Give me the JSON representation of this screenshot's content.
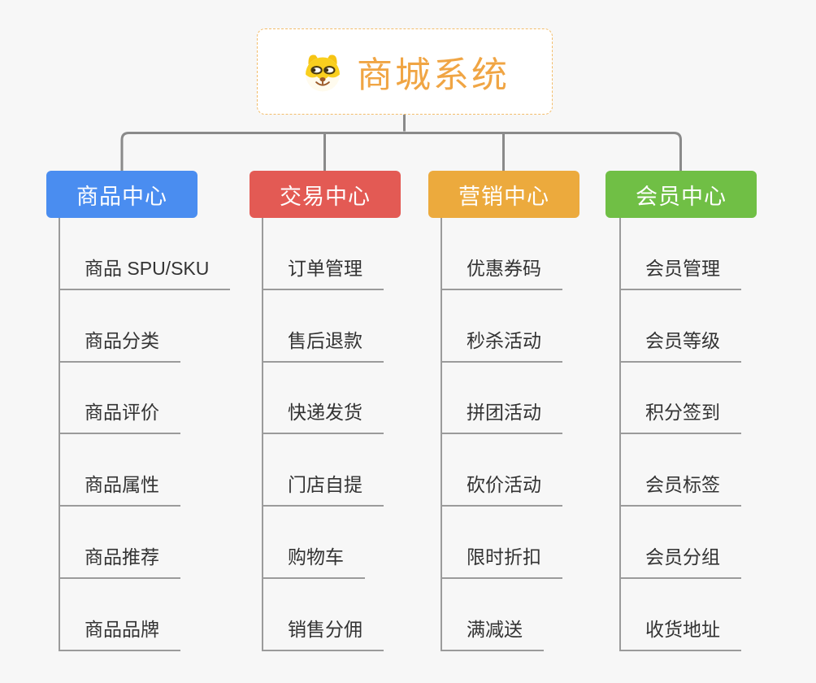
{
  "root": {
    "title": "商城系统",
    "icon": "doge-face-icon"
  },
  "branches": [
    {
      "label": "商品中心",
      "color": "#4a8df0",
      "items": [
        "商品 SPU/SKU",
        "商品分类",
        "商品评价",
        "商品属性",
        "商品推荐",
        "商品品牌"
      ]
    },
    {
      "label": "交易中心",
      "color": "#e35a54",
      "items": [
        "订单管理",
        "售后退款",
        "快递发货",
        "门店自提",
        "购物车",
        "销售分佣"
      ]
    },
    {
      "label": "营销中心",
      "color": "#ecaa3d",
      "items": [
        "优惠券码",
        "秒杀活动",
        "拼团活动",
        "砍价活动",
        "限时折扣",
        "满减送"
      ]
    },
    {
      "label": "会员中心",
      "color": "#70bf45",
      "items": [
        "会员管理",
        "会员等级",
        "积分签到",
        "会员标签",
        "会员分组",
        "收货地址"
      ]
    }
  ],
  "colors": {
    "background": "#f7f7f7",
    "connector": "#8a8a8a",
    "item_line": "#9b9b9b",
    "item_text": "#333333",
    "root_border": "#f3bd6b",
    "root_title": "#f0a544"
  }
}
